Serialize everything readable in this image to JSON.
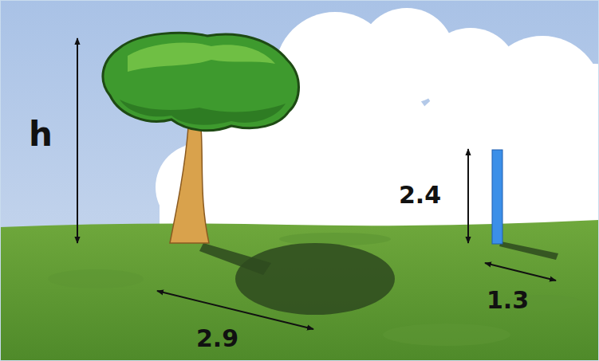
{
  "diagram": {
    "labels": [
      "h",
      "2.4",
      "1.3",
      "2.9"
    ]
  }
}
